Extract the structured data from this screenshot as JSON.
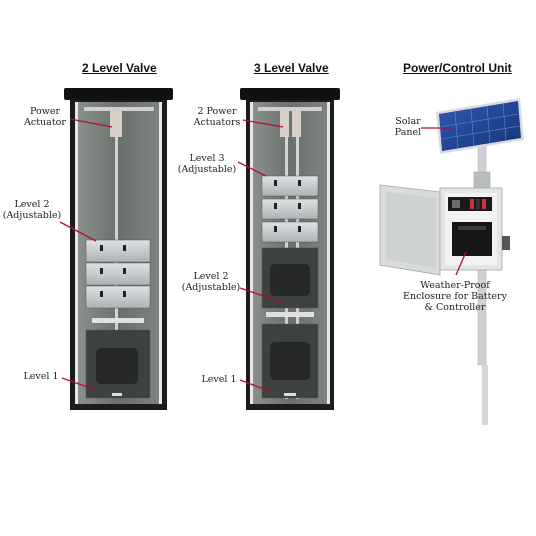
{
  "headings": {
    "valve2": "2 Level Valve",
    "valve3": "3 Level Valve",
    "power": "Power/Control Unit"
  },
  "valve2": {
    "power_actuator_line1": "Power",
    "power_actuator_line2": "Actuator",
    "level2_line1": "Level 2",
    "level2_line2": "(Adjustable)",
    "level1": "Level 1"
  },
  "valve3": {
    "actuators_line1": "2 Power",
    "actuators_line2": "Actuators",
    "level3_line1": "Level 3",
    "level3_line2": "(Adjustable)",
    "level2_line1": "Level 2",
    "level2_line2": "(Adjustable)",
    "level1": "Level 1"
  },
  "power_unit": {
    "solar_line1": "Solar",
    "solar_line2": "Panel",
    "enclosure_line1": "Weather-Proof",
    "enclosure_line2": "Enclosure for Battery",
    "enclosure_line3": "& Controller"
  },
  "colors": {
    "leader": "#b0103a",
    "frame": "#1c1c1c",
    "interior": "#6f7671",
    "solar": "#1f3f8c"
  }
}
